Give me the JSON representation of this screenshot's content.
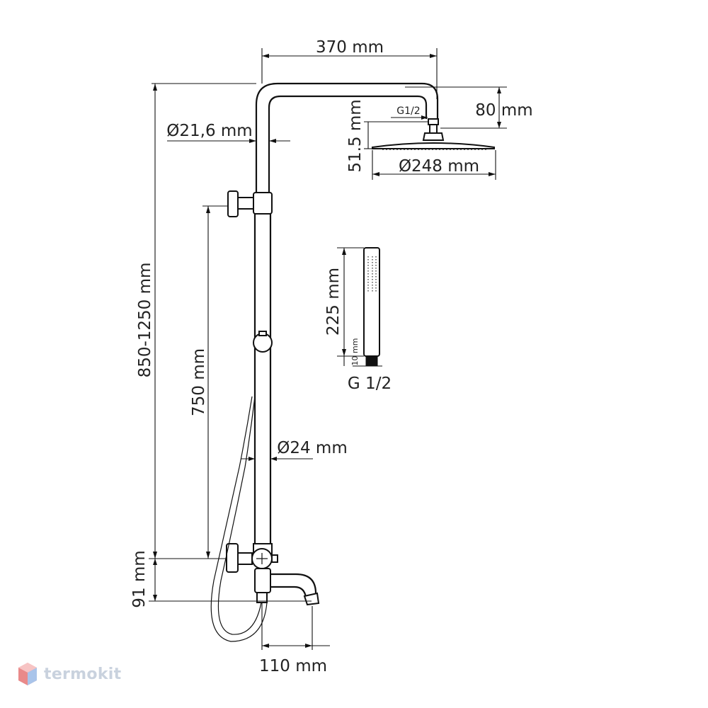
{
  "labels": {
    "arm_length": "370 mm",
    "head_offset": "80 mm",
    "connection_top": "G1/2",
    "head_height": "51.5 mm",
    "head_diameter": "Ø248 mm",
    "pipe_diameter_upper": "Ø21,6 mm",
    "total_height": "850-1250 mm",
    "slider_range": "750 mm",
    "pipe_diameter_lower": "Ø24 mm",
    "mixer_height": "91 mm",
    "spout_length": "110 mm",
    "handshower_length": "225 mm",
    "handshower_thread_len": "10 mm",
    "handshower_thread": "G 1/2"
  },
  "watermark": {
    "text": "termokit",
    "icon": "cube-logo-icon"
  }
}
